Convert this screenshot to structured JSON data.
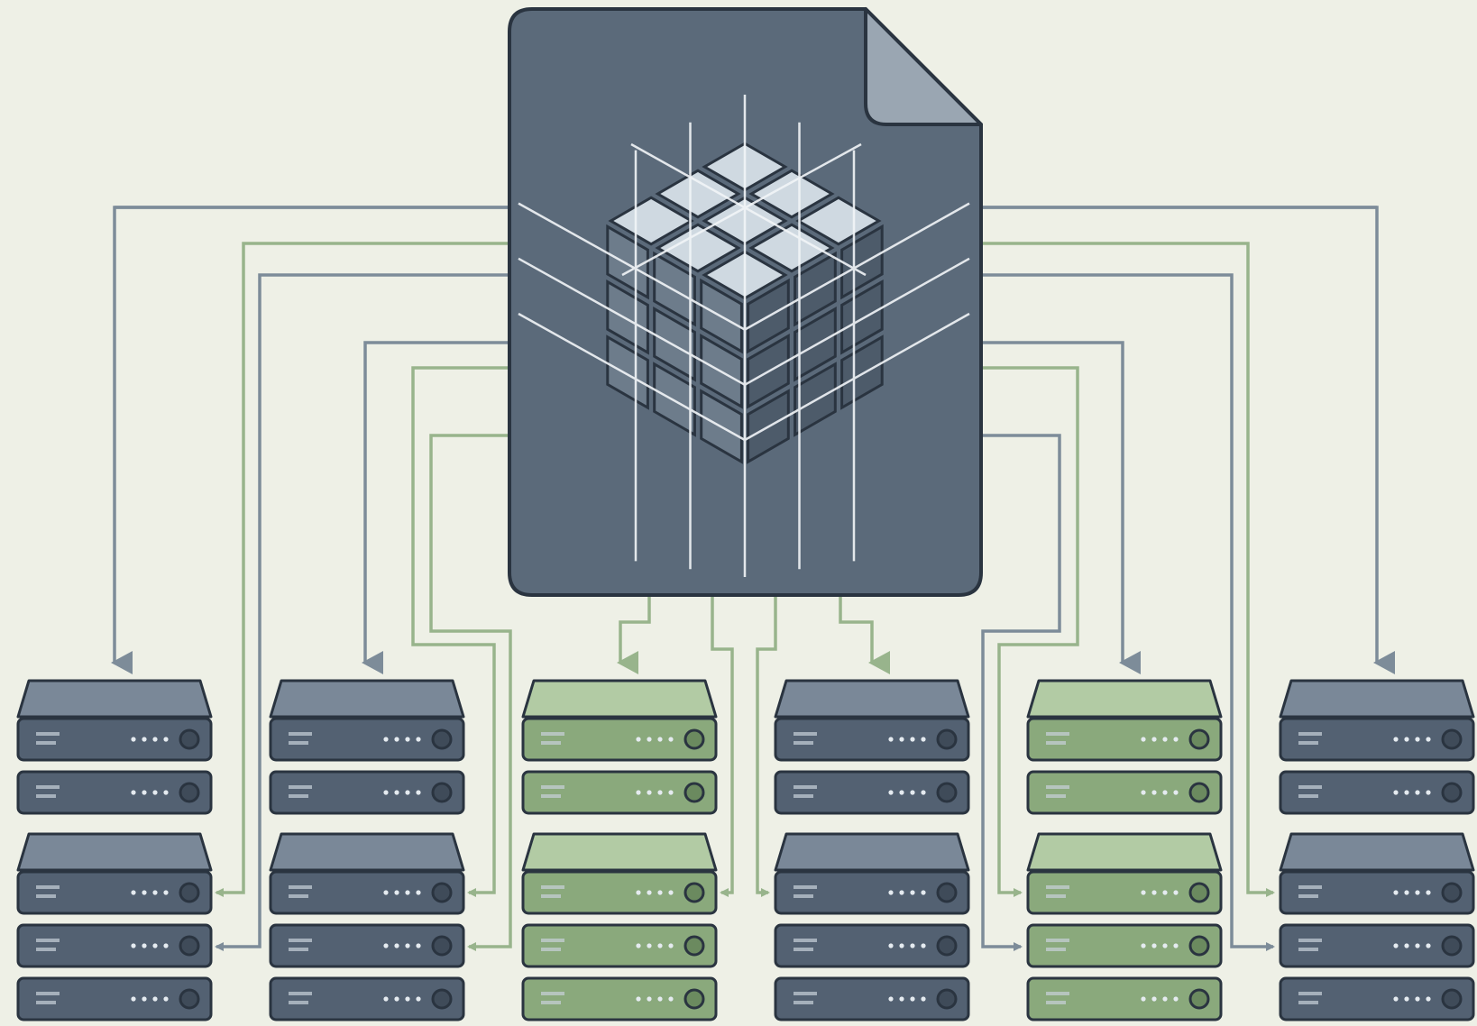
{
  "colors": {
    "background": "#eef0e6",
    "document": "#5b6a7a",
    "document_fold": "#9aa6b2",
    "outline": "#2a3440",
    "cube_top": "#cfd9e1",
    "cube_left": "#6d7c8b",
    "cube_right": "#4d5b6a",
    "grid_line": "#f2f5f8",
    "arrow_gray": "#7d8c99",
    "arrow_green": "#98b48c",
    "server_slate": {
      "top": "#7a8898",
      "face": "#536172",
      "dark": "#3f4b59"
    },
    "server_green": {
      "top": "#b2cba4",
      "face": "#8aa97c",
      "dark": "#6b8a5f"
    }
  },
  "icons": {
    "document": "document-icon",
    "cube": "sharded-cube-icon",
    "server": "server-stack-icon"
  },
  "stacks": [
    {
      "id": "stack-1",
      "theme": "slate"
    },
    {
      "id": "stack-2",
      "theme": "slate"
    },
    {
      "id": "stack-3",
      "theme": "green"
    },
    {
      "id": "stack-4",
      "theme": "slate"
    },
    {
      "id": "stack-5",
      "theme": "green"
    },
    {
      "id": "stack-6",
      "theme": "slate"
    }
  ]
}
